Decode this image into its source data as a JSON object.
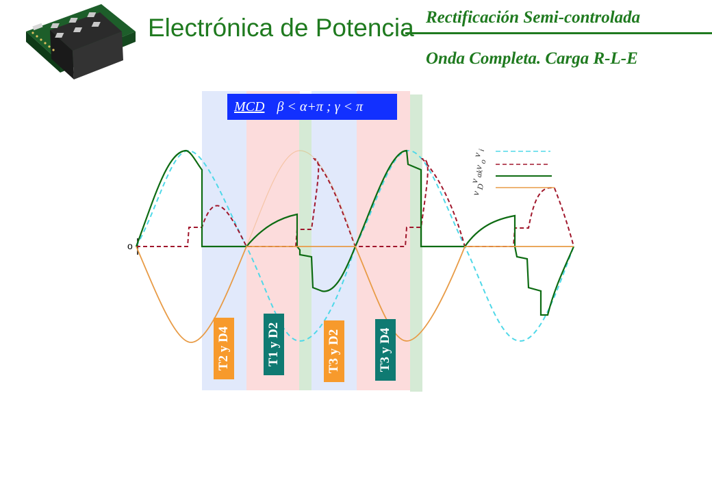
{
  "header": {
    "course_title": "Electrónica de Potencia",
    "slide_title": "Rectificación Semi-controlada",
    "slide_subtitle": "Onda Completa. Carga R-L-E"
  },
  "mode_box": {
    "label": "MCD",
    "condition": "β < α+π ;  γ < π"
  },
  "conduction_labels": [
    "T2 y D4",
    "T1 y D2",
    "T3 y D2",
    "T3 y D4"
  ],
  "axis": {
    "origin_label": "o"
  },
  "legend": [
    {
      "var": "v",
      "sub": "i",
      "color": "#4fd8e8",
      "style": "dashed"
    },
    {
      "var": "v",
      "sub": "o",
      "color": "#a0162b",
      "style": "dashed"
    },
    {
      "var": "v",
      "sub": "ak",
      "color": "#0d6b12",
      "style": "solid"
    },
    {
      "var": "v",
      "sub": "D",
      "color": "#e89b46",
      "style": "solid"
    }
  ],
  "colors": {
    "accent_green": "#1f7a1f",
    "band_blue": "#e1e9fb",
    "band_red": "#fcdcdc",
    "band_green": "#d5ead5",
    "box_blue": "#1230ff",
    "label_orange": "#f79a2c",
    "label_teal": "#0f7a72"
  },
  "icons": {
    "logo": "power-module-photo-icon"
  }
}
